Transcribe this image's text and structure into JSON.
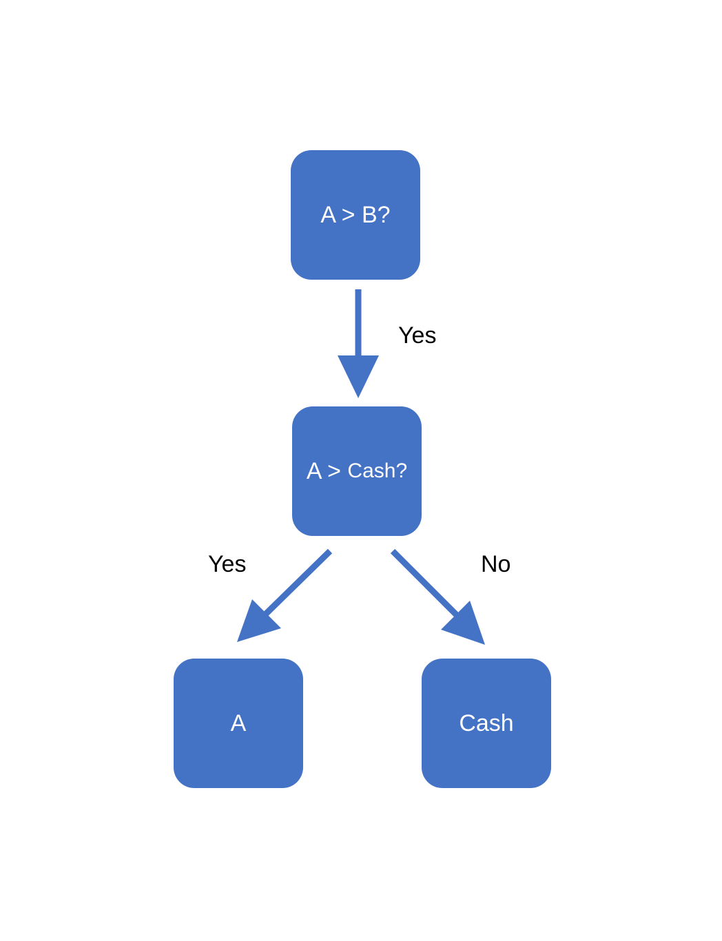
{
  "diagram": {
    "colors": {
      "node_fill": "#4472c4",
      "node_text": "#ffffff",
      "arrow": "#4472c4",
      "label_text": "#000000",
      "background": "#ffffff"
    },
    "nodes": {
      "root": {
        "label": "A > B?"
      },
      "mid": {
        "label_prefix": "A > ",
        "label_suffix": "Cash?"
      },
      "left": {
        "label": "A"
      },
      "right": {
        "label": "Cash"
      }
    },
    "edges": {
      "root_to_mid": {
        "label": "Yes"
      },
      "mid_to_left": {
        "label": "Yes"
      },
      "mid_to_right": {
        "label": "No"
      }
    }
  }
}
